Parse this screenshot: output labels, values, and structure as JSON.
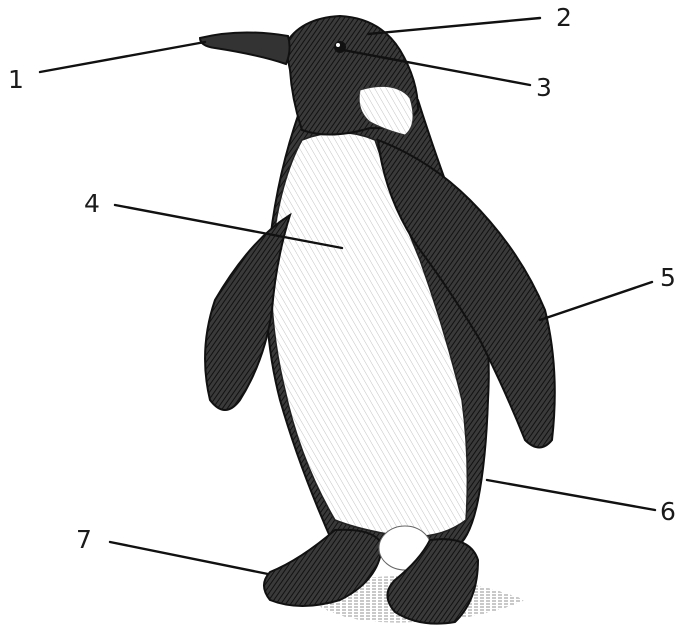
{
  "labels": [
    {
      "id": "label-1",
      "text": "1"
    },
    {
      "id": "label-2",
      "text": "2"
    },
    {
      "id": "label-3",
      "text": "3"
    },
    {
      "id": "label-4",
      "text": "4"
    },
    {
      "id": "label-5",
      "text": "5"
    },
    {
      "id": "label-6",
      "text": "6"
    },
    {
      "id": "label-7",
      "text": "7"
    }
  ],
  "colors": {
    "ink": "#1a1a1a",
    "feather_dark": "#2a2a2a",
    "belly": "#ffffff"
  }
}
